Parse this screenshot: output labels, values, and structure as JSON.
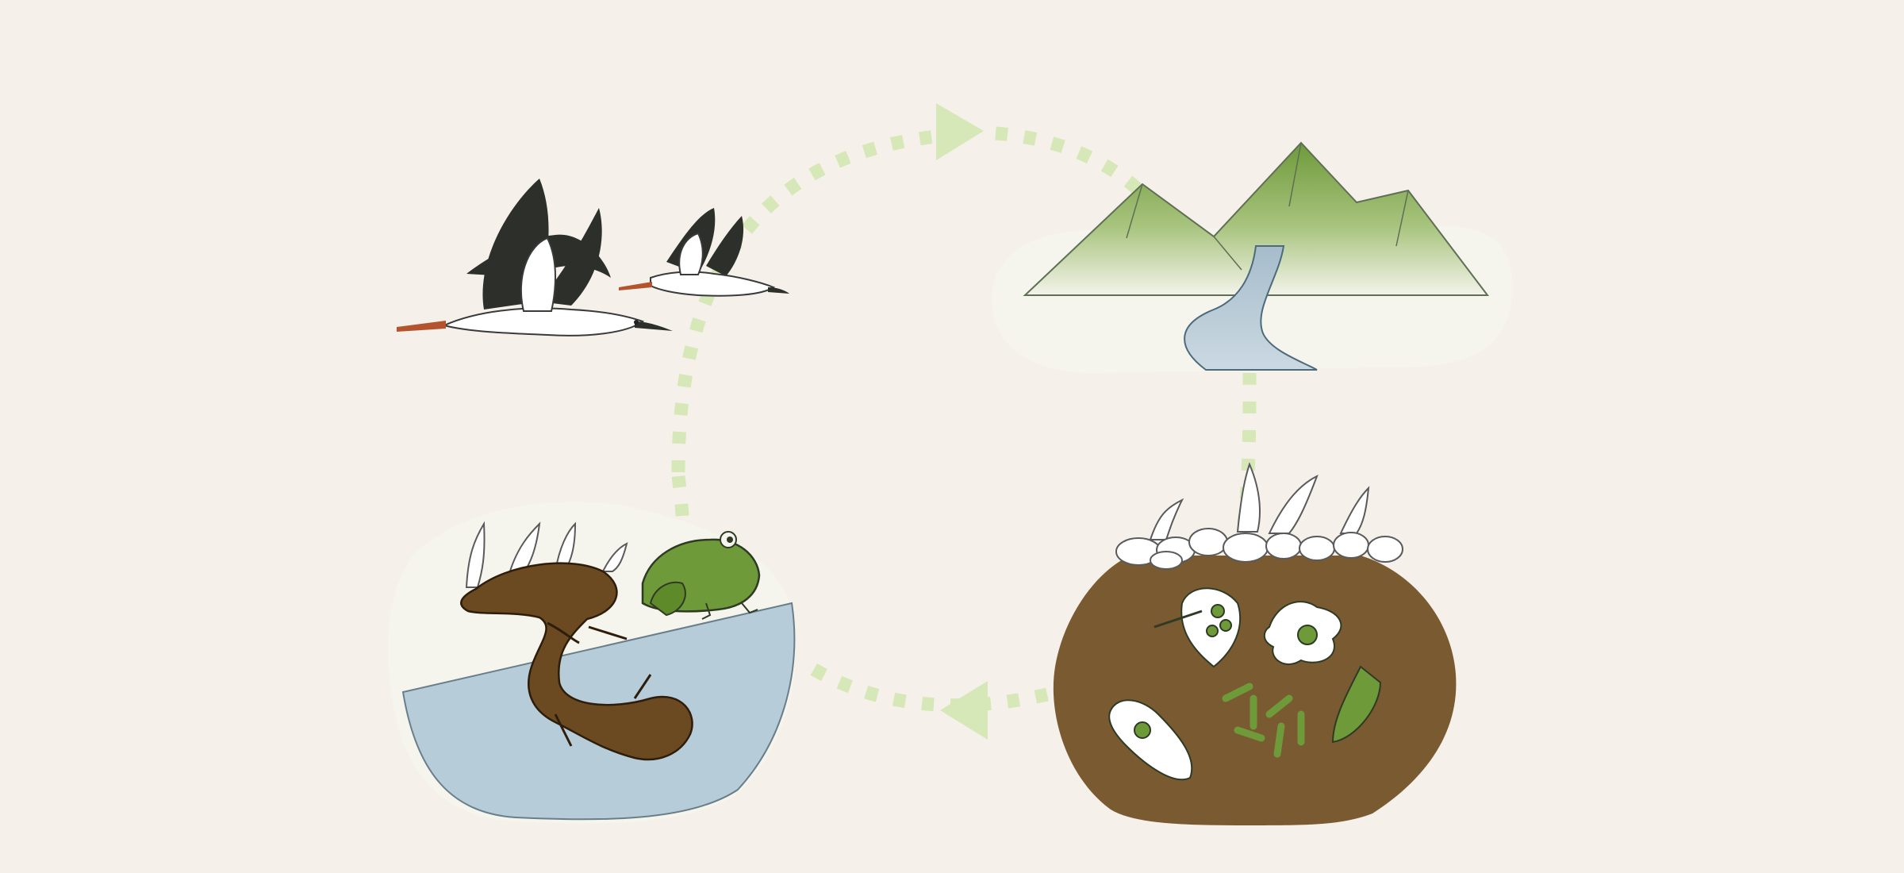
{
  "diagram": {
    "type": "cycle",
    "background_color": "#f6f0ea",
    "cycle_color": "#d6e8b8",
    "nodes": [
      {
        "id": "storks",
        "icon": "flying-storks-icon"
      },
      {
        "id": "mountains",
        "icon": "mountains-river-icon"
      },
      {
        "id": "soil",
        "icon": "soil-microorganisms-icon"
      },
      {
        "id": "pond",
        "icon": "salamander-frog-pond-icon"
      }
    ],
    "edges": [
      {
        "from": "storks",
        "to": "mountains",
        "arrow": "right"
      },
      {
        "from": "mountains",
        "to": "soil"
      },
      {
        "from": "soil",
        "to": "pond",
        "arrow": "left"
      },
      {
        "from": "pond",
        "to": "storks"
      }
    ],
    "colors": {
      "leaf_green": "#6e9a3a",
      "soil_brown": "#7a5a30",
      "water_blue": "#b6ccd8",
      "salamander_brown": "#6b4a22"
    }
  }
}
